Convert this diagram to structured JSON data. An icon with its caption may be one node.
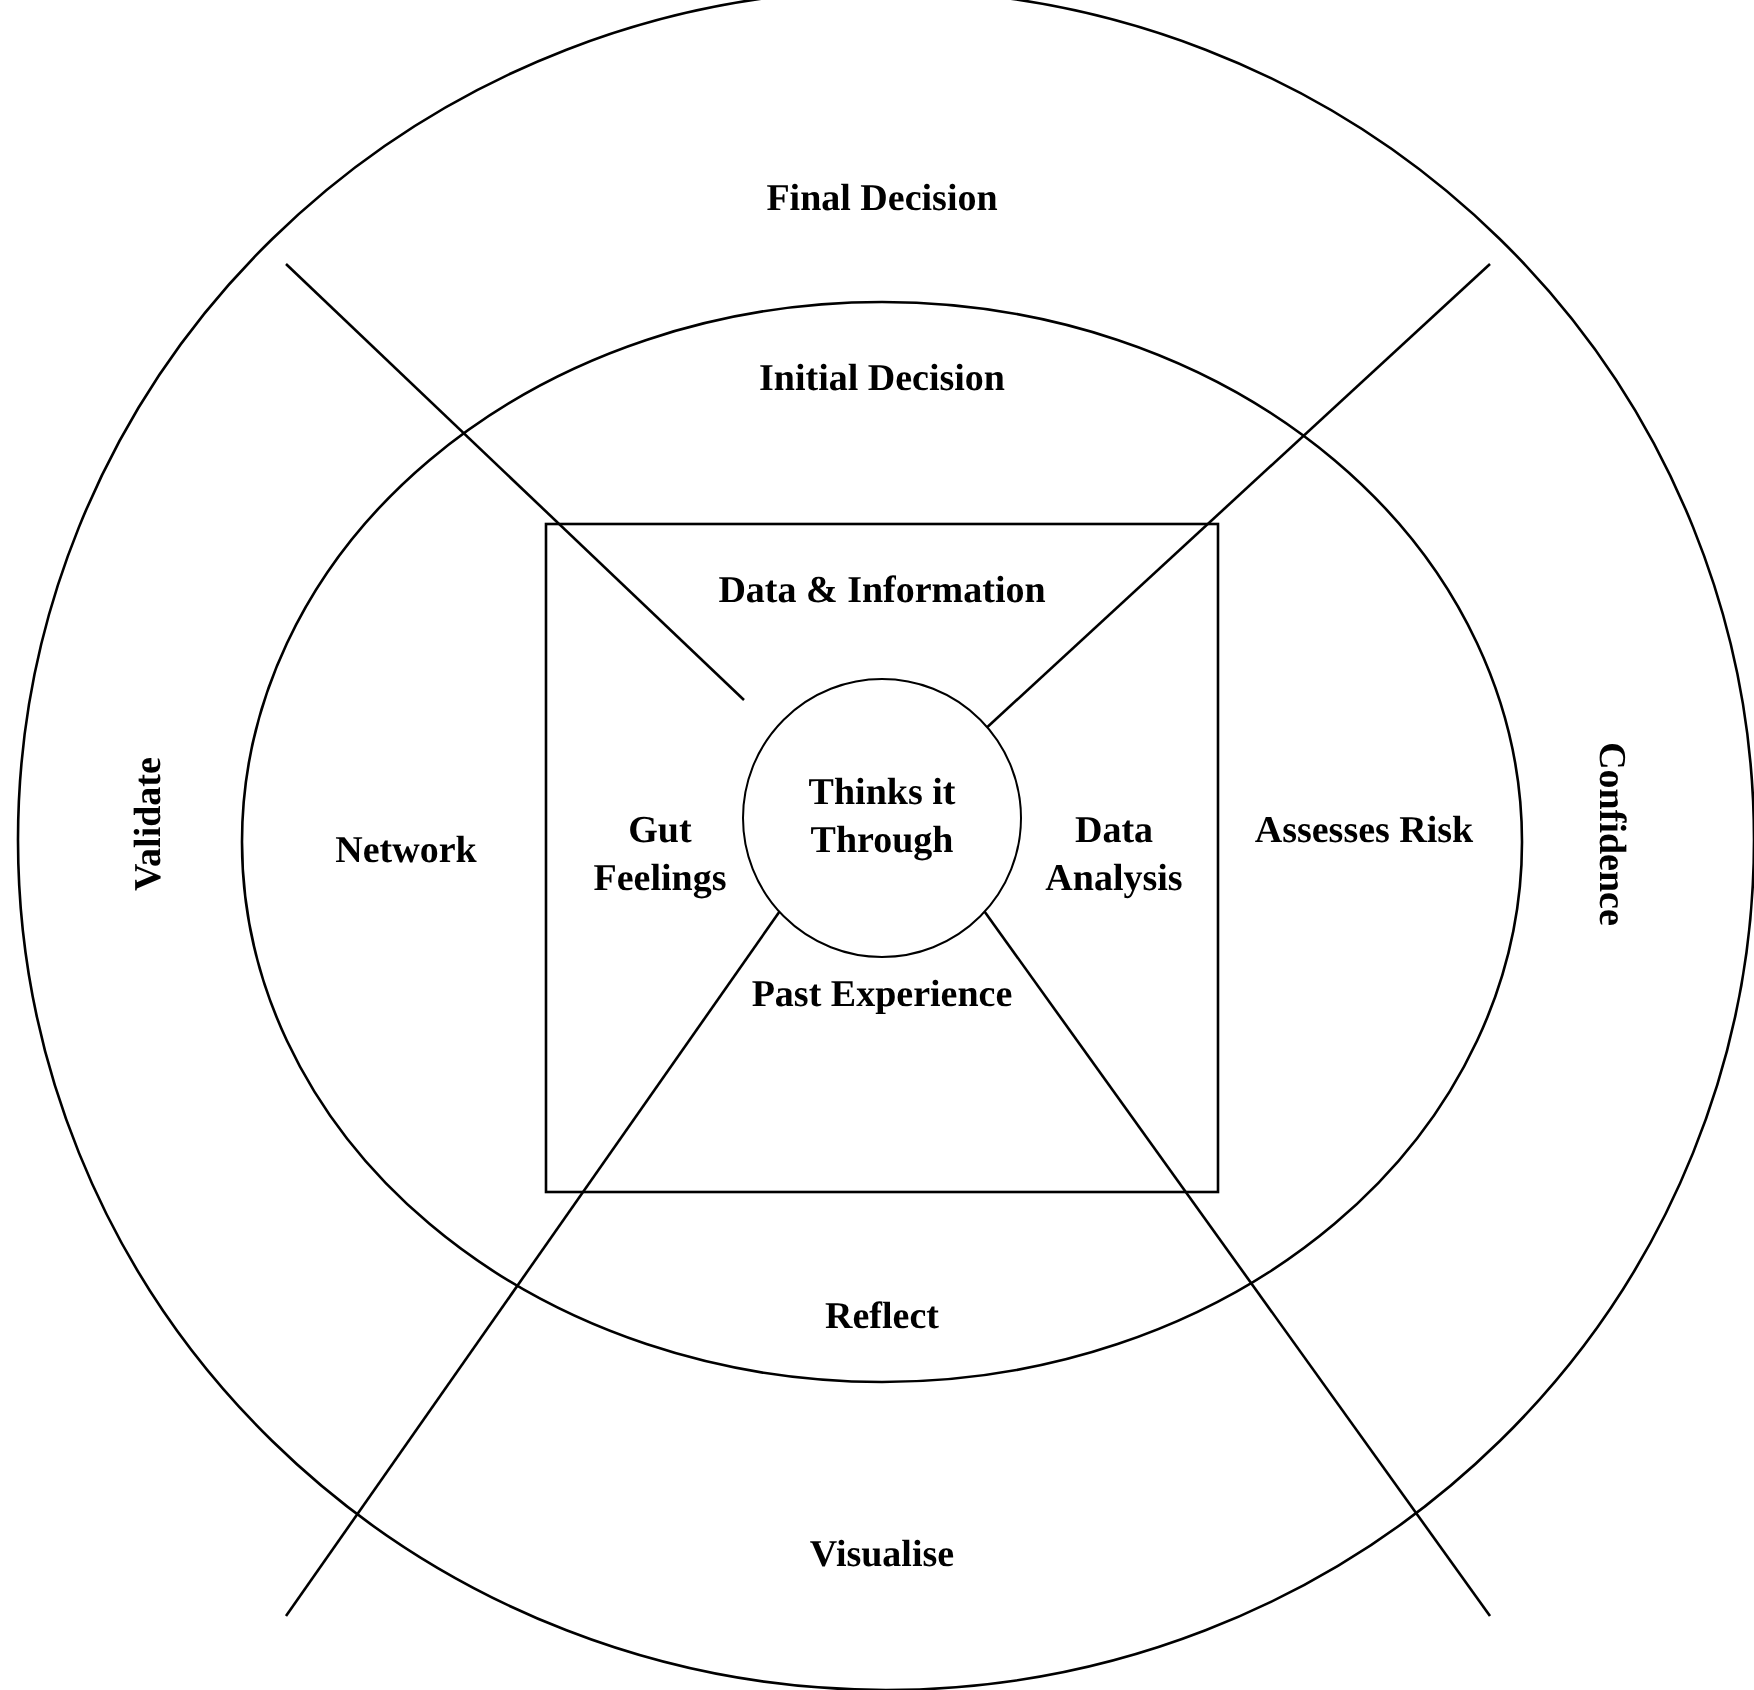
{
  "diagram": {
    "nodes": [
      {
        "text": [
          "Final Decision"
        ]
      },
      {
        "text": [
          "Initial Decision"
        ]
      },
      {
        "text": [
          "Data & Information"
        ]
      },
      {
        "text": [
          "Validate"
        ]
      },
      {
        "text": [
          "Network"
        ]
      },
      {
        "text": [
          "Gut Feelings"
        ]
      },
      {
        "text": [
          "Thinks it Through"
        ]
      },
      {
        "text": [
          "Data Analysis"
        ]
      },
      {
        "text": [
          "Assesses Risk"
        ]
      },
      {
        "text": [
          "Confidence"
        ]
      },
      {
        "text": [
          "Past Experience"
        ]
      },
      {
        "text": [
          "Reflect"
        ]
      },
      {
        "text": [
          "Visualise"
        ]
      }
    ]
  }
}
